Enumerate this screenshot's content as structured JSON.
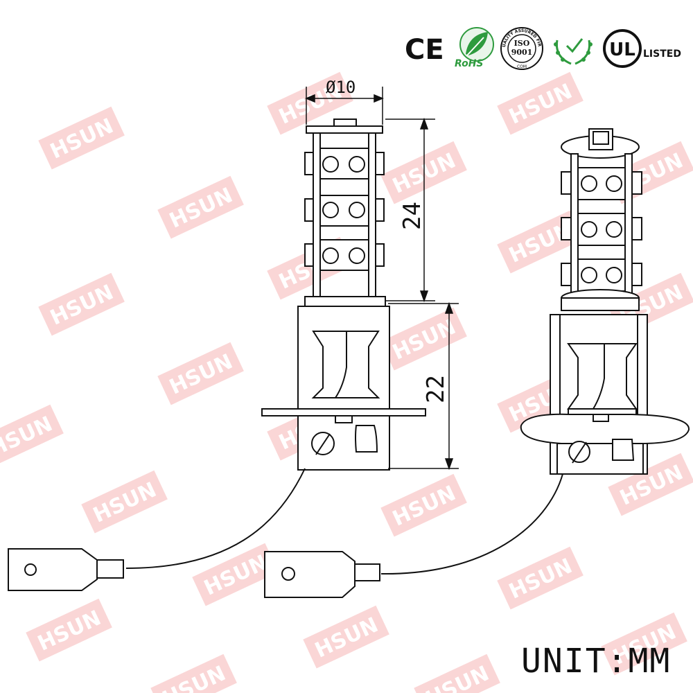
{
  "certifications": {
    "ce": "CE",
    "rohs": "RoHS",
    "iso_ring": "QUALITY ASSURED FIRM",
    "iso_name": "ISO",
    "iso_number": "9001",
    "iso_sub": "COM",
    "ul": "UL",
    "ul_listed": "LISTED"
  },
  "watermark": "HSUN",
  "dimensions": {
    "diameter": "Ø10",
    "led_height": "24",
    "base_height": "22"
  },
  "unit_label": "UNIT:MM",
  "colors": {
    "watermark": "#f8c8c8",
    "certification_green": "#2e9b3e",
    "line": "#111111"
  }
}
